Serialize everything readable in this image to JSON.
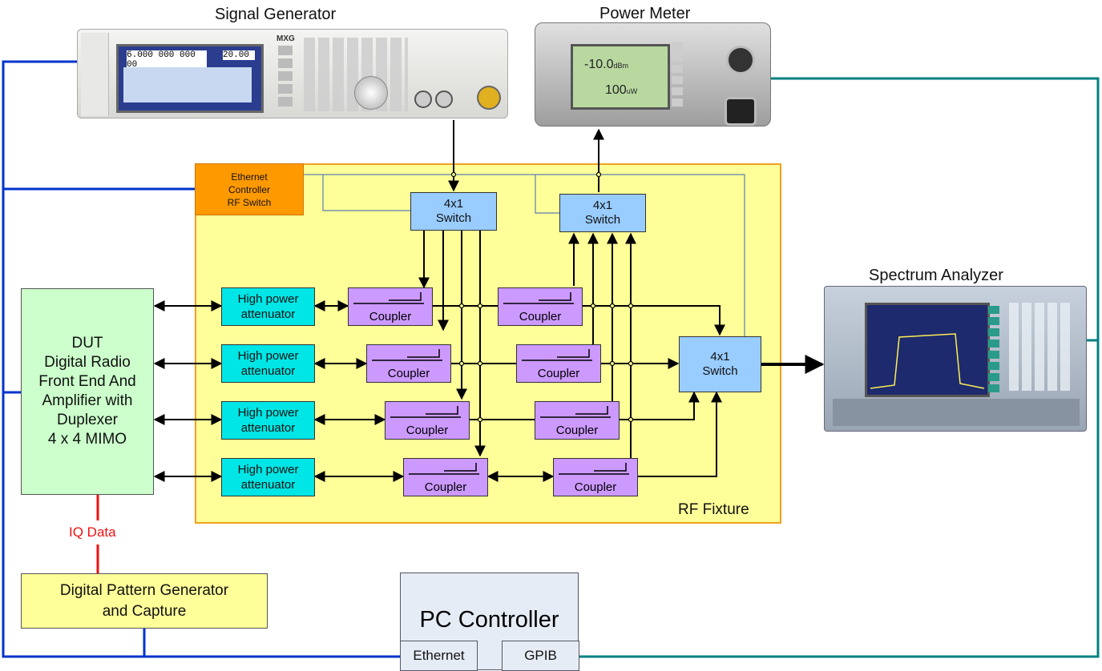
{
  "instruments": {
    "signal_generator": {
      "label": "Signal Generator",
      "brand_logo": "MXG",
      "freq_readout": "6.000 000 000 00",
      "amp_readout": "20.00"
    },
    "power_meter": {
      "label": "Power Meter",
      "readout_top": "-10.0",
      "readout_top_unit": "dBm",
      "readout_bottom": "100",
      "readout_bottom_unit": "uW"
    },
    "spectrum_analyzer": {
      "label": "Spectrum Analyzer"
    }
  },
  "rf_fixture": {
    "label": "RF Fixture",
    "ethernet_controller": [
      "Ethernet",
      "Controller",
      "RF Switch"
    ],
    "switch_label": [
      "4x1",
      "Switch"
    ],
    "attenuator_label": [
      "High power",
      "attenuator"
    ],
    "coupler_label": "Coupler"
  },
  "dut": {
    "lines": [
      "DUT",
      "Digital Radio",
      "Front End And",
      "Amplifier with",
      "Duplexer",
      "4 x 4 MIMO"
    ]
  },
  "iq_data_label": "IQ Data",
  "pattern_generator": {
    "lines": [
      "Digital Pattern Generator",
      "and Capture"
    ]
  },
  "pc_controller": {
    "title": "PC Controller",
    "ports": [
      "Ethernet",
      "GPIB"
    ]
  },
  "colors": {
    "ethernet_bus": "#0033cc",
    "gpib_bus": "#008080",
    "iq_link": "#ee1111",
    "fixture_fill": "#ffff99",
    "fixture_border": "#f0a020",
    "controller_fill": "#ff9900",
    "dut_fill": "#ccffcc",
    "pc_fill": "#e6ecf5"
  },
  "icons": [
    "signal-generator-image",
    "power-meter-image",
    "spectrum-analyzer-image"
  ]
}
